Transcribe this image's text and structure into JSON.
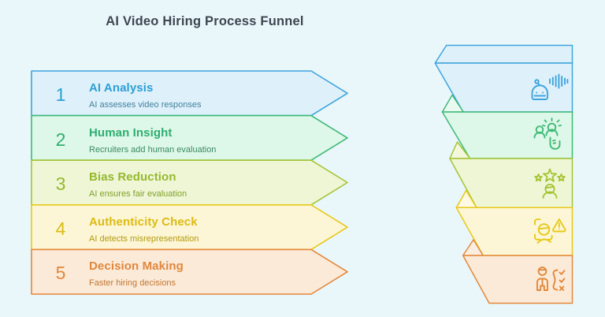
{
  "page": {
    "title": "AI Video Hiring Process Funnel"
  },
  "palette": {
    "background": "#e9f7fb",
    "heading_text": "#3e4651",
    "stage_colors": [
      {
        "border": "#3fa3dc",
        "fill": "#def1fb",
        "title": "#2d9fd3",
        "subtitle": "#42809c"
      },
      {
        "border": "#3fba75",
        "fill": "#ddf7e9",
        "title": "#2fae70",
        "subtitle": "#3a8a61"
      },
      {
        "border": "#a4c433",
        "fill": "#eff6d5",
        "title": "#95b82e",
        "subtitle": "#7fa02c"
      },
      {
        "border": "#e7c818",
        "fill": "#fdf6d6",
        "title": "#dcbb13",
        "subtitle": "#b2990f"
      },
      {
        "border": "#e2883b",
        "fill": "#fcead9",
        "title": "#e0873c",
        "subtitle": "#bf7734"
      }
    ]
  },
  "steps": [
    {
      "number": "1",
      "title": "AI Analysis",
      "subtitle": "AI assesses video responses",
      "icon": "robot-voice-icon"
    },
    {
      "number": "2",
      "title": "Human Insight",
      "subtitle": "Recruiters add human evaluation",
      "icon": "recruiter-evaluation-icon"
    },
    {
      "number": "3",
      "title": "Bias Reduction",
      "subtitle": "AI ensures fair evaluation",
      "icon": "fair-rating-icon"
    },
    {
      "number": "4",
      "title": "Authenticity Check",
      "subtitle": "AI detects misrepresentation",
      "icon": "identity-verification-icon"
    },
    {
      "number": "5",
      "title": "Decision Making",
      "subtitle": "Faster hiring decisions",
      "icon": "decision-checklist-icon"
    }
  ],
  "ribbon": {
    "segments": [
      {
        "icon": "robot-voice-icon"
      },
      {
        "icon": "recruiter-evaluation-icon"
      },
      {
        "icon": "fair-rating-icon"
      },
      {
        "icon": "identity-verification-icon"
      },
      {
        "icon": "decision-checklist-icon"
      }
    ]
  }
}
